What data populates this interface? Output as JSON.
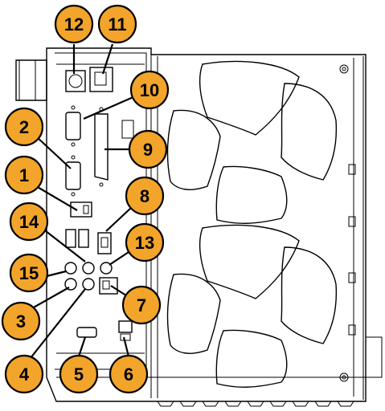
{
  "colors": {
    "badge_fill": "#F2A52A",
    "badge_stroke": "#000000",
    "outline": "#000000",
    "panel_fill": "#ffffff"
  },
  "icons": [
    "fan-grille-icon",
    "db9-connector-icon",
    "dsub-connector-icon",
    "ps2-port-icon",
    "usb-port-icon",
    "rj45-port-icon",
    "audio-jack-icon"
  ],
  "callouts": [
    {
      "label": "12",
      "connects_to": "ps2-port-top-left"
    },
    {
      "label": "11",
      "connects_to": "ps2-port-top-right"
    },
    {
      "label": "10",
      "connects_to": "serial-port-upper"
    },
    {
      "label": "2",
      "connects_to": "serial-port-lower"
    },
    {
      "label": "9",
      "connects_to": "parallel-port"
    },
    {
      "label": "1",
      "connects_to": "rj45-port-small"
    },
    {
      "label": "8",
      "connects_to": "connector-center"
    },
    {
      "label": "14",
      "connects_to": "usb-ports"
    },
    {
      "label": "13",
      "connects_to": "audio-jack-right"
    },
    {
      "label": "15",
      "connects_to": "audio-jack-left"
    },
    {
      "label": "3",
      "connects_to": "audio-jack-lower-left"
    },
    {
      "label": "7",
      "connects_to": "rj45-port-lower"
    },
    {
      "label": "4",
      "connects_to": "audio-jack-lower-center"
    },
    {
      "label": "5",
      "connects_to": "bottom-port-left"
    },
    {
      "label": "6",
      "connects_to": "bottom-port-right"
    }
  ]
}
